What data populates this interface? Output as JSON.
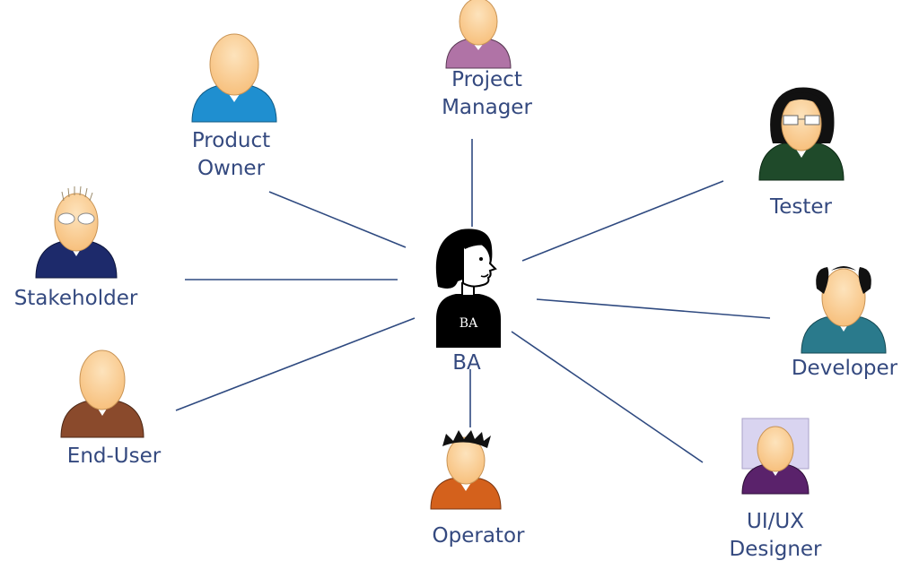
{
  "center": {
    "label": "BA",
    "shirt_text": "BA"
  },
  "roles": [
    {
      "id": "project-manager",
      "lines": [
        "Project",
        "Manager"
      ],
      "shirt_color": "#b073a6"
    },
    {
      "id": "product-owner",
      "lines": [
        "Product",
        "Owner"
      ],
      "shirt_color": "#1f8fd0"
    },
    {
      "id": "tester",
      "lines": [
        "Tester"
      ],
      "shirt_color": "#1f4a2a"
    },
    {
      "id": "stakeholder",
      "lines": [
        "Stakeholder"
      ],
      "shirt_color": "#1d2a6b"
    },
    {
      "id": "developer",
      "lines": [
        "Developer"
      ],
      "shirt_color": "#2a7a8c"
    },
    {
      "id": "end-user",
      "lines": [
        "End-User"
      ],
      "shirt_color": "#8a4a2c"
    },
    {
      "id": "operator",
      "lines": [
        "Operator"
      ],
      "shirt_color": "#d4611c"
    },
    {
      "id": "ui-ux-designer",
      "lines": [
        "UI/UX",
        "Designer"
      ],
      "shirt_color": "#5a226b"
    }
  ],
  "colors": {
    "connector": "#2f4a80",
    "label_text": "#34497f",
    "skin": "#f9c98a",
    "skin_highlight": "#fde3bc",
    "ba_figure": "#000000",
    "designer_frame": "#d9d4f0"
  }
}
